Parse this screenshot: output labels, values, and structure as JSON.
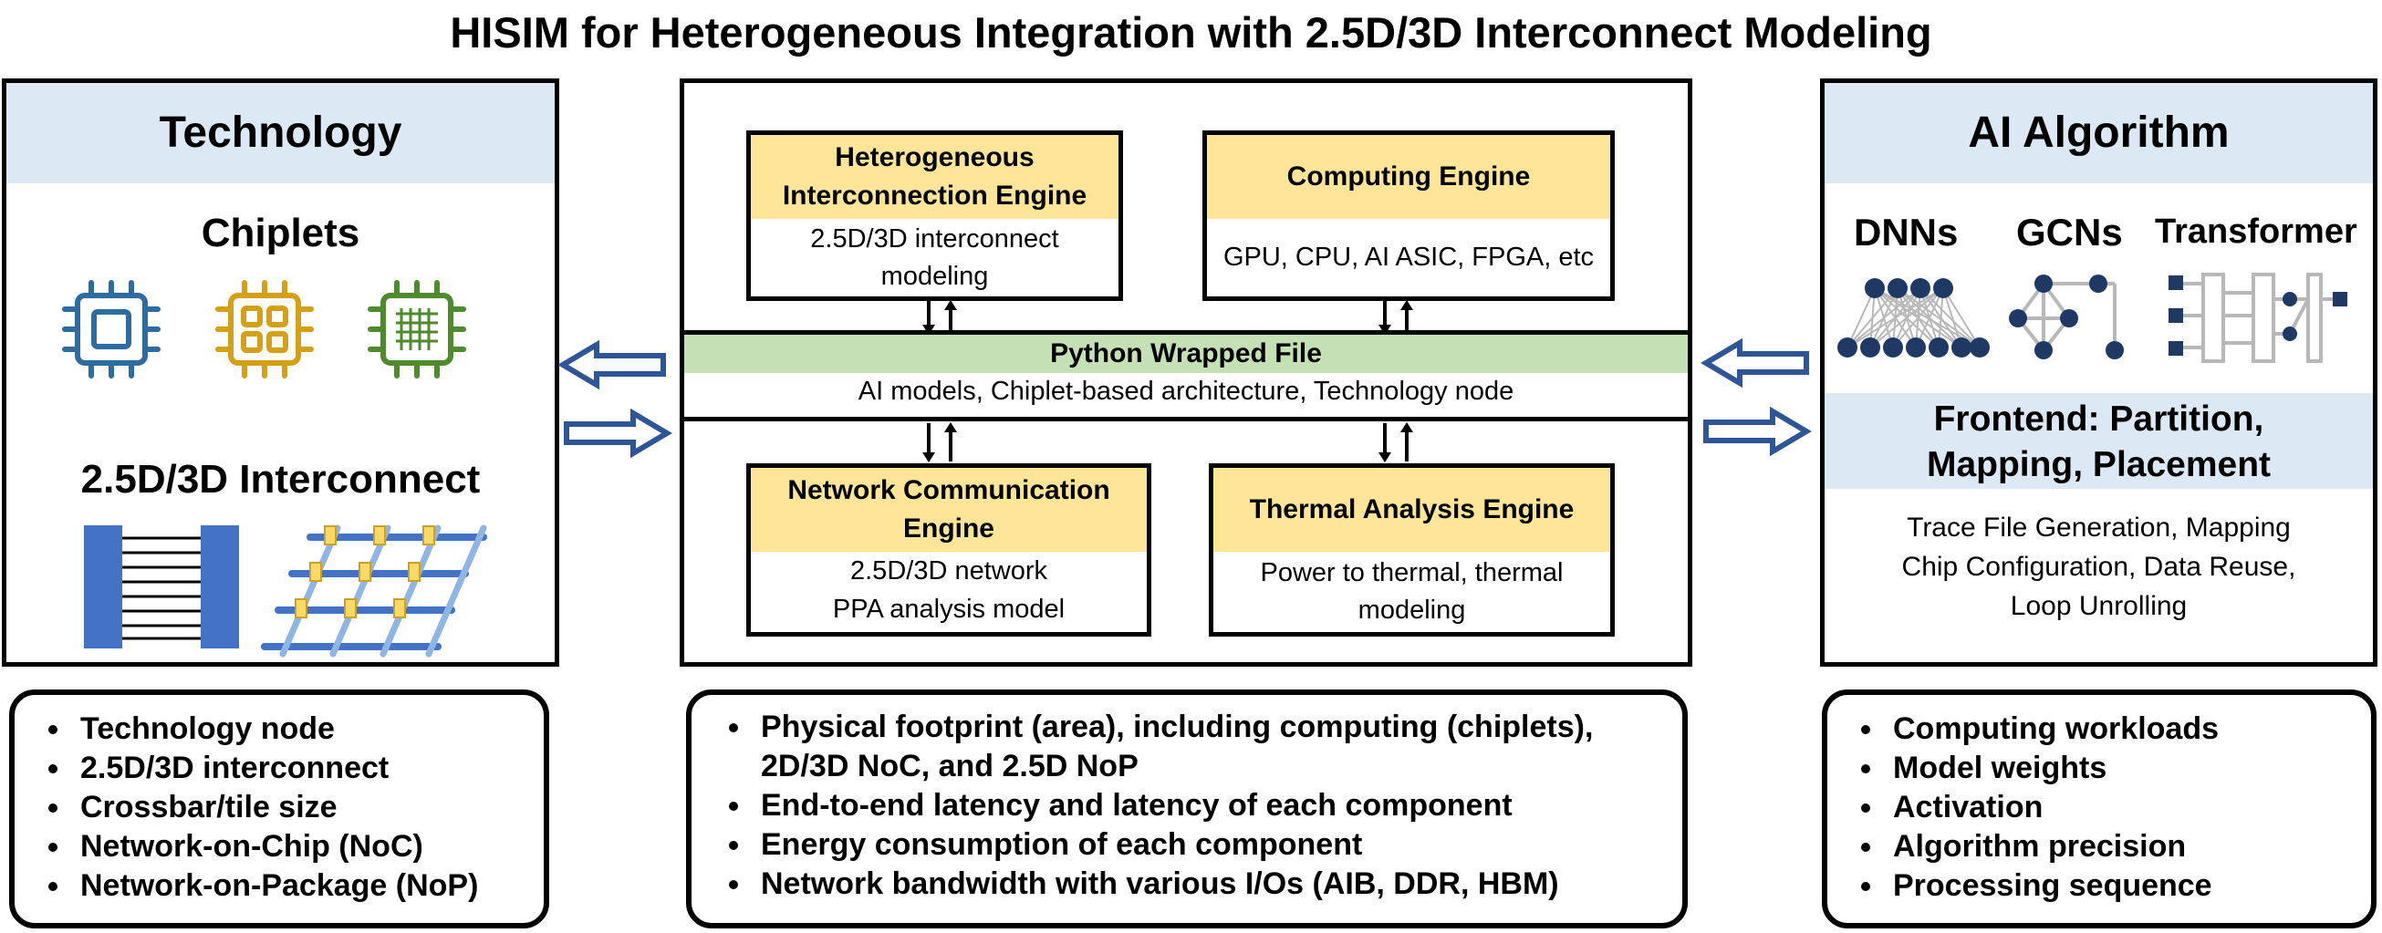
{
  "title": "HISIM for Heterogeneous Integration with 2.5D/3D Interconnect Modeling",
  "technology": {
    "header": "Technology",
    "chiplets_label": "Chiplets",
    "interconnect_label": "2.5D/3D Interconnect",
    "bullets": [
      "Technology node",
      "2.5D/3D interconnect",
      "Crossbar/tile size",
      "Network-on-Chip (NoC)",
      "Network-on-Package (NoP)"
    ]
  },
  "center": {
    "hie": {
      "title": "Heterogeneous Interconnection Engine",
      "body": "2.5D/3D interconnect modeling"
    },
    "ce": {
      "title": "Computing Engine",
      "body": "GPU, CPU, AI ASIC, FPGA, etc"
    },
    "python": {
      "title": "Python Wrapped File",
      "subtitle": "AI models, Chiplet-based architecture, Technology node"
    },
    "nce": {
      "title": "Network Communication Engine",
      "body1": "2.5D/3D network",
      "body2": "PPA analysis model"
    },
    "tae": {
      "title": "Thermal Analysis Engine",
      "body": "Power to thermal, thermal modeling"
    },
    "bullets": [
      "Physical footprint (area), including computing (chiplets), 2D/3D NoC, and 2.5D NoP",
      "End-to-end latency and latency of each component",
      "Energy consumption of each component",
      "Network bandwidth with various I/Os (AIB, DDR, HBM)"
    ]
  },
  "ai": {
    "header": "AI Algorithm",
    "models": [
      "DNNs",
      "GCNs",
      "Transformer"
    ],
    "frontend_line1": "Frontend: Partition,",
    "frontend_line2": "Mapping, Placement",
    "details": [
      "Trace File Generation, Mapping",
      "Chip Configuration, Data Reuse,",
      "Loop Unrolling"
    ],
    "bullets": [
      "Computing workloads",
      "Model weights",
      "Activation",
      "Algorithm precision",
      "Processing sequence"
    ]
  },
  "colors": {
    "header_blue": "#dce8f4",
    "engine_yellow": "#ffe598",
    "python_green": "#c5e0b4",
    "arrow_blue": "#2f5597",
    "chip_blue": "#2e6b9e",
    "chip_gold": "#d4a017",
    "chip_green": "#4f8a2e",
    "node_navy": "#1f3864"
  }
}
